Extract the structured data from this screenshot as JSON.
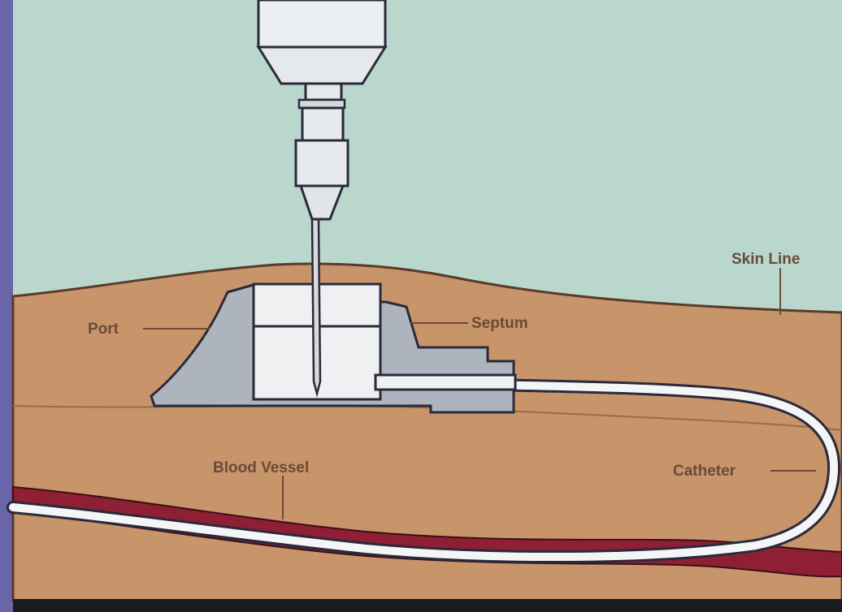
{
  "labels": {
    "skin_line": "Skin Line",
    "port": "Port",
    "septum": "Septum",
    "blood_vessel": "Blood Vessel",
    "catheter": "Catheter"
  },
  "colors": {
    "air": "#b9d7cc",
    "tissue": "#c8946a",
    "port_body": "#aeb4bd",
    "septum_block": "#eef0f2",
    "vessel": "#8e1f35",
    "outline": "#2a2a3a",
    "frame": "#6a64a8",
    "label_text": "#6b4a3a"
  }
}
